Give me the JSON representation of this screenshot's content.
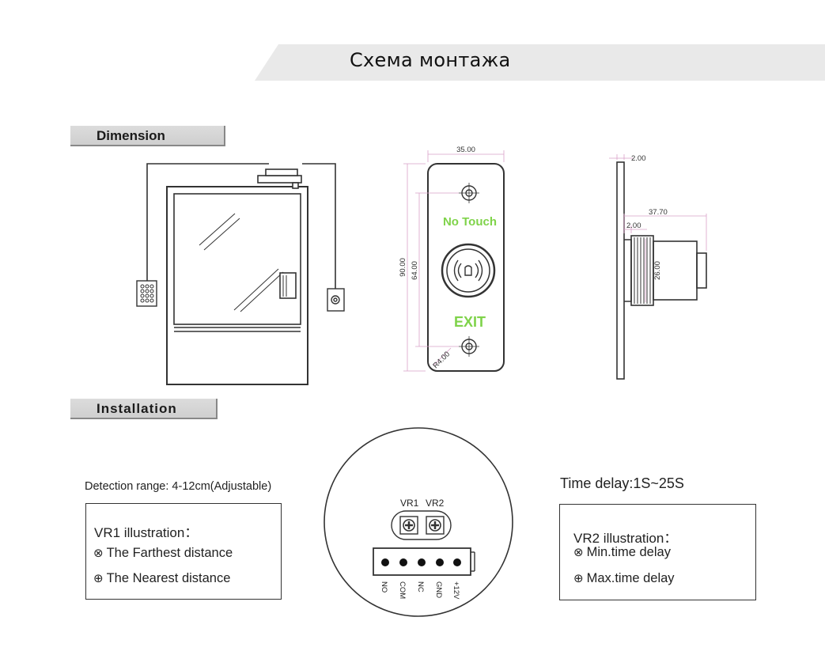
{
  "banner": {
    "title": "Схема монтажа"
  },
  "sections": {
    "dimension": "Dimension",
    "installation": "Installation"
  },
  "faceplate": {
    "top_text": "No Touch",
    "bottom_text": "EXIT",
    "text_color": "#7fd34a",
    "dims": {
      "width": "35.00",
      "height": "90.00",
      "hole_spacing": "64.00",
      "radius": "R4.00"
    }
  },
  "side_view": {
    "dims": {
      "plate": "2.00",
      "depth": "37.70",
      "gap": "2.00",
      "diameter": "26.00"
    }
  },
  "installation": {
    "detection_range": "Detection range: 4-12cm(Adjustable)",
    "time_delay": "Time delay:1S~25S",
    "pot_labels": [
      "VR1",
      "VR2"
    ],
    "terminals": [
      "NO",
      "COM",
      "NC",
      "GND",
      "+12V"
    ]
  },
  "vr1": {
    "title": "VR1 illustration：",
    "far": "The Farthest distance",
    "near": "The Nearest distance"
  },
  "vr2": {
    "title": "VR2 illustration：",
    "min": "Min.time delay",
    "max": "Max.time delay"
  },
  "symbols": {
    "cross_circle": "⊗",
    "plus_circle": "⊕"
  }
}
